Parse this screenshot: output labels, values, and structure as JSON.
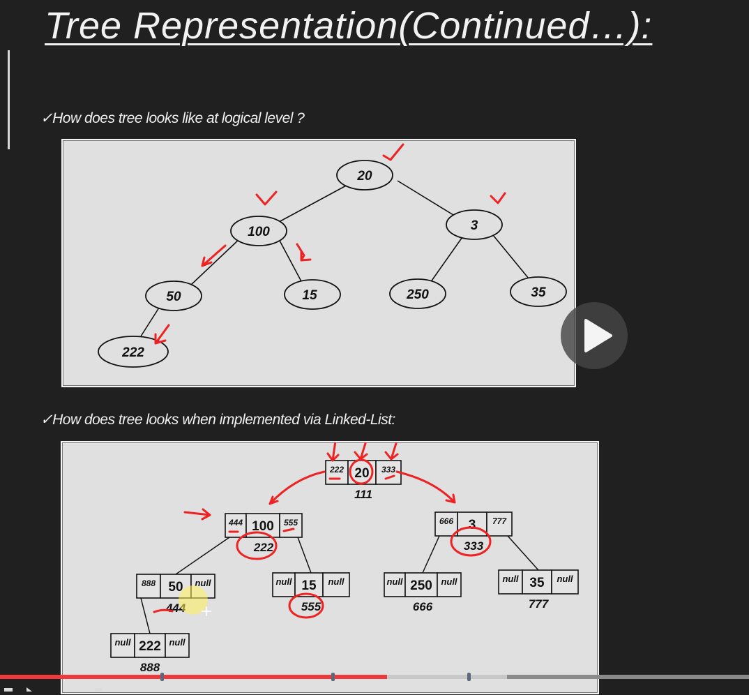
{
  "slide": {
    "title": "Tree Representation(Continued…):",
    "bullet_logical": "✓How does tree looks like at logical level ?",
    "bullet_linked": "✓How does tree looks when implemented via Linked-List:"
  },
  "logical_tree": {
    "nodes": {
      "root": "20",
      "left": "100",
      "right": "3",
      "left_left": "50",
      "left_right": "15",
      "right_left": "250",
      "right_right": "35",
      "left_left_left": "222"
    }
  },
  "linked_tree": {
    "nodes": [
      {
        "key": "root",
        "left": "222",
        "value": "20",
        "right": "333",
        "address": "111"
      },
      {
        "key": "n100",
        "left": "444",
        "value": "100",
        "right": "555",
        "address": "222"
      },
      {
        "key": "n3",
        "left": "666",
        "value": "3",
        "right": "777",
        "address": "333"
      },
      {
        "key": "n50",
        "left": "888",
        "value": "50",
        "right": "null",
        "address": "444"
      },
      {
        "key": "n15",
        "left": "null",
        "value": "15",
        "right": "null",
        "address": "555"
      },
      {
        "key": "n250",
        "left": "null",
        "value": "250",
        "right": "null",
        "address": "666"
      },
      {
        "key": "n35",
        "left": "null",
        "value": "35",
        "right": "null",
        "address": "777"
      },
      {
        "key": "n222",
        "left": "null",
        "value": "222",
        "right": "null",
        "address": "888"
      }
    ]
  },
  "player": {
    "play_icon": "play-icon",
    "progress": 0.517,
    "buffered": 0.677,
    "colors": {
      "played": "#f0393c",
      "annotation": "#ee2222"
    }
  }
}
